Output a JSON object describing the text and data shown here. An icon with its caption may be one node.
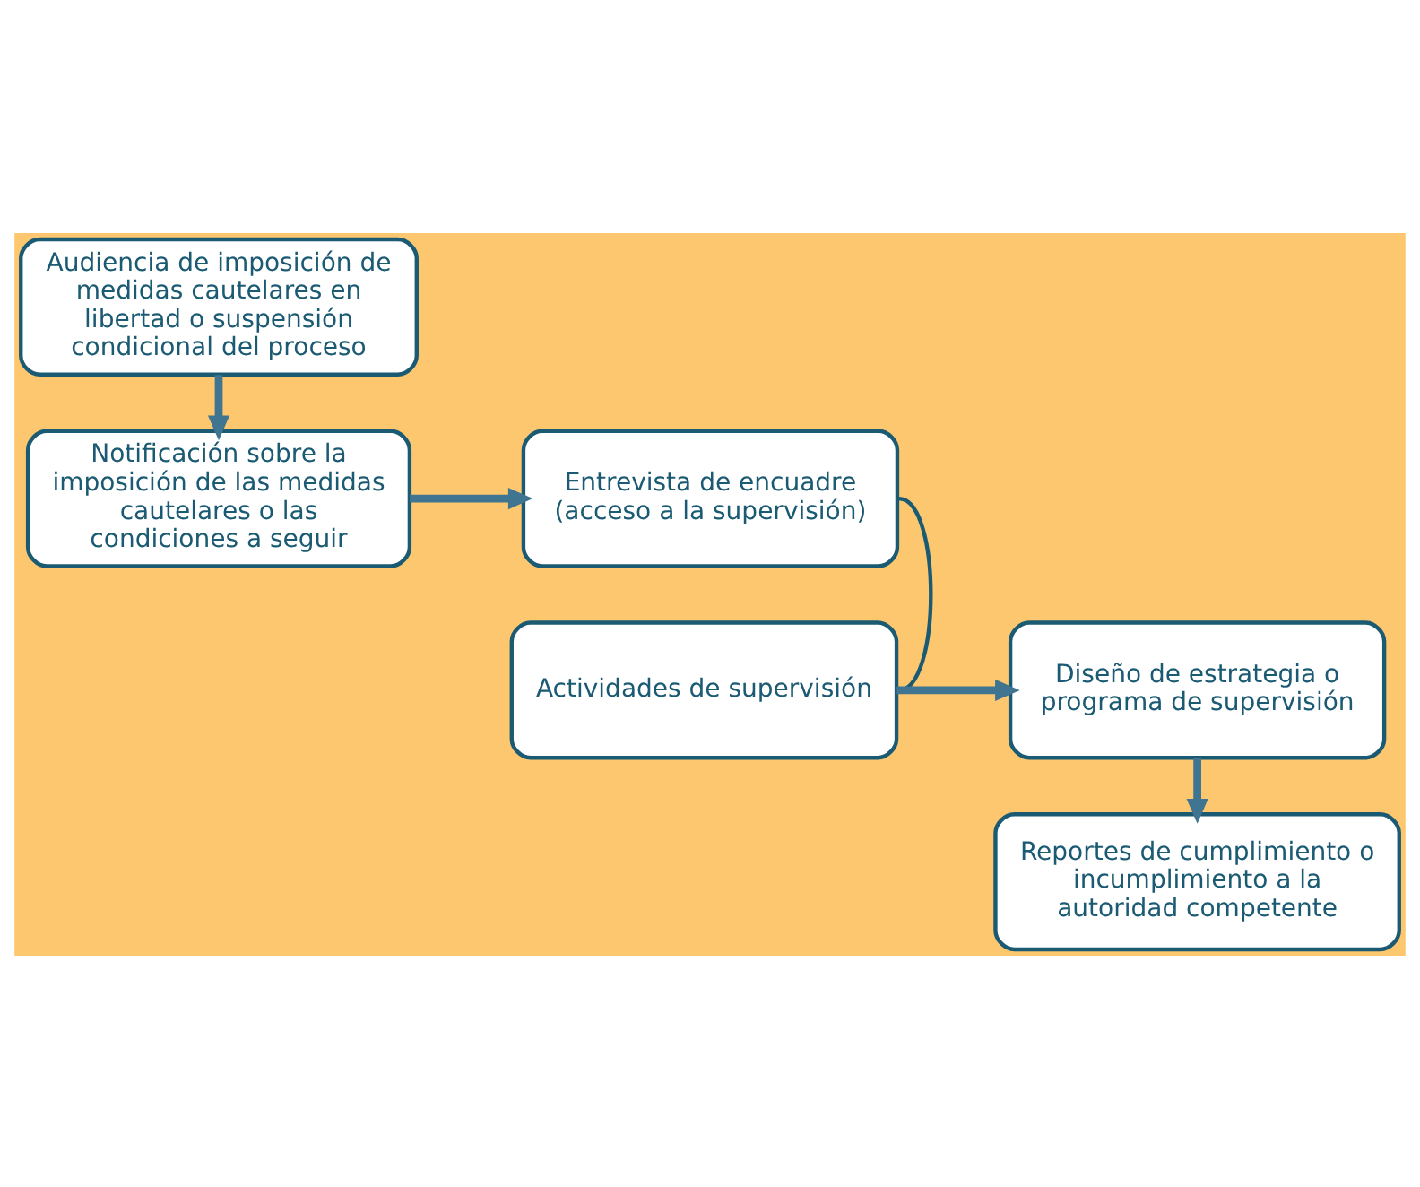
{
  "diagram": {
    "nodes": [
      {
        "text": [
          "Audiencia de imposición de medidas cautelares en libertad o suspensión condicional del proceso"
        ]
      },
      {
        "text": [
          "Notificación sobre la imposición de las medidas cautelares o las condiciones a seguir"
        ]
      },
      {
        "text": [
          "Diseño de estrategia o programa de supervisión"
        ]
      },
      {
        "text": [
          "Entrevista de encuadre (acceso a la supervisión)"
        ]
      },
      {
        "text": [
          "Actividades de supervisión"
        ]
      },
      {
        "text": [
          "Reportes de cumplimiento o incumplimiento a la autoridad competente"
        ]
      }
    ],
    "edges": [
      {
        "from": 0,
        "to": 1,
        "arrow": "to"
      },
      {
        "from": 1,
        "to": 3,
        "arrow": "to"
      },
      {
        "from": 3,
        "to": 4,
        "arrow": "none"
      },
      {
        "from": 4,
        "to": 2,
        "arrow": "to"
      },
      {
        "from": 2,
        "to": 5,
        "arrow": "to"
      }
    ]
  }
}
